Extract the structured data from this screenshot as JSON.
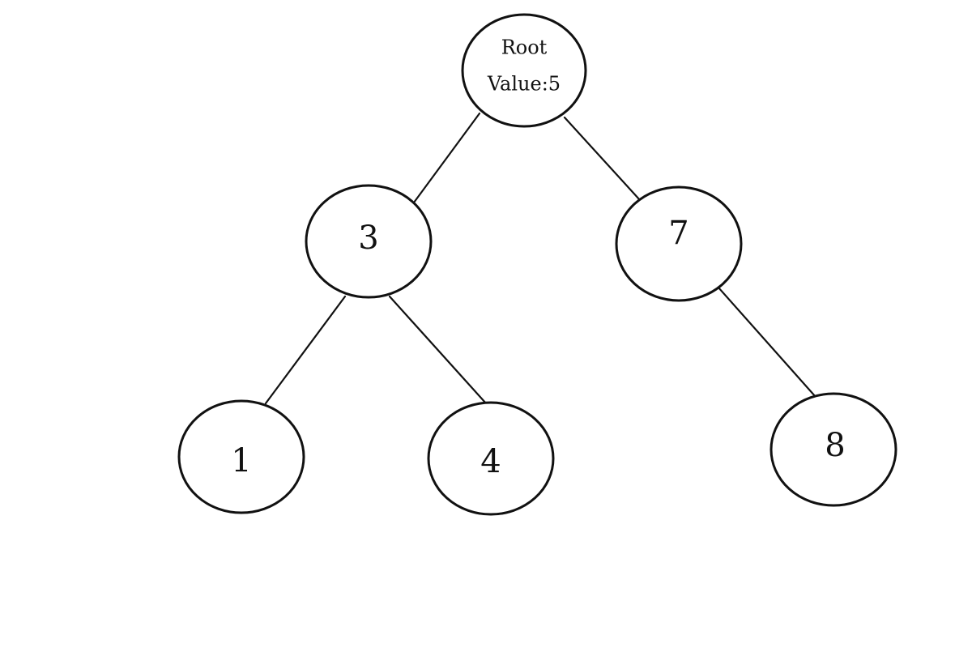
{
  "diagram": {
    "type": "binary-tree",
    "root": {
      "title": "Root",
      "value_text": "Value:5"
    },
    "nodes": {
      "n3": {
        "label": "3"
      },
      "n7": {
        "label": "7"
      },
      "n1": {
        "label": "1"
      },
      "n4": {
        "label": "4"
      },
      "n8": {
        "label": "8"
      }
    },
    "edges": [
      {
        "from": "root",
        "to": "n3"
      },
      {
        "from": "root",
        "to": "n7"
      },
      {
        "from": "n3",
        "to": "n1"
      },
      {
        "from": "n3",
        "to": "n4"
      },
      {
        "from": "n7",
        "to": "n8"
      }
    ],
    "colors": {
      "stroke": "#111111",
      "background": "#ffffff"
    }
  }
}
